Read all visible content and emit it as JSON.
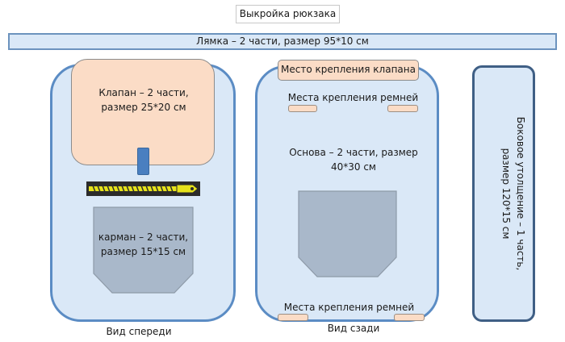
{
  "title": "Выкройка рюкзака",
  "strap": {
    "label": "Лямка – 2 части, размер 95*10 см"
  },
  "front": {
    "flap_line1": "Клапан – 2 части,",
    "flap_line2": "размер 25*20 см",
    "pocket_line1": "карман – 2 части,",
    "pocket_line2": "размер 15*15 см",
    "caption": "Вид спереди"
  },
  "back": {
    "flap_attach": "Место крепления клапана",
    "straps_top": "Места крепления ремней",
    "base_line1": "Основа – 2 части, размер",
    "base_line2": "40*30 см",
    "straps_bottom": "Места крепления ремней",
    "caption": "Вид сзади"
  },
  "side": {
    "line1": "Боковое утолщение – 1 часть,",
    "line2": "размер 120*15 см"
  },
  "colors": {
    "panel_fill": "#dae8f7",
    "panel_border": "#5b8cc4",
    "flap_fill": "#fbdcc6",
    "pocket_fill": "#a9b8ca",
    "zipper_yellow": "#e6e21a",
    "zipper_dark": "#2b2b2b",
    "tab_blue": "#4a7fc0"
  }
}
